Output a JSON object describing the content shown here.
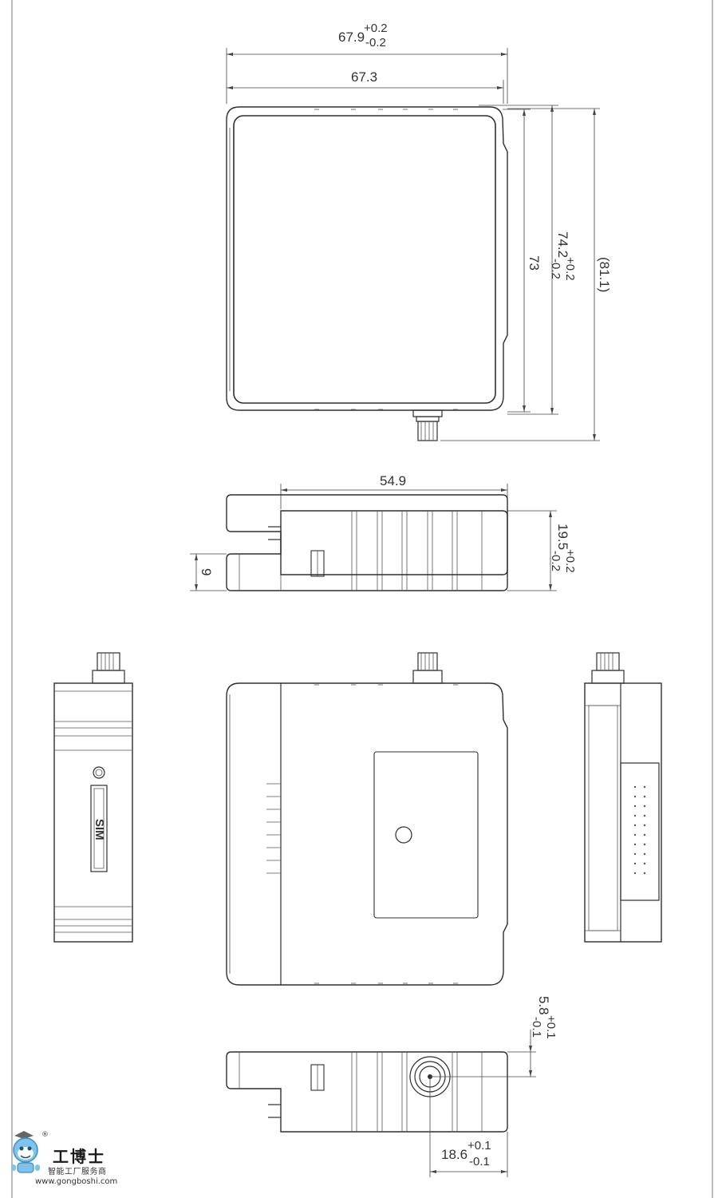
{
  "top_view": {
    "width_outer": {
      "nominal": "67.9",
      "upper": "+0.2",
      "lower": "-0.2"
    },
    "width_inner": "67.3",
    "height_inner": "73",
    "height_outer": {
      "nominal": "74.2",
      "upper": "+0.2",
      "lower": "-0.2"
    },
    "height_total": "(81.1)"
  },
  "side_view": {
    "length": "54.9",
    "step_height": "9",
    "thickness": {
      "nominal": "19.5",
      "upper": "+0.2",
      "lower": "-0.2"
    }
  },
  "left_view": {
    "label": "SIM"
  },
  "bottom_view": {
    "connector_offset": {
      "nominal": "5.8",
      "upper": "+0.1",
      "lower": "-0.1"
    },
    "connector_position": {
      "nominal": "18.6",
      "upper": "+0.1",
      "lower": "-0.1"
    }
  },
  "watermark": {
    "brand": "工博士",
    "tagline": "智能工厂服务商",
    "url": "www.gongboshi.com",
    "registered": "®"
  }
}
